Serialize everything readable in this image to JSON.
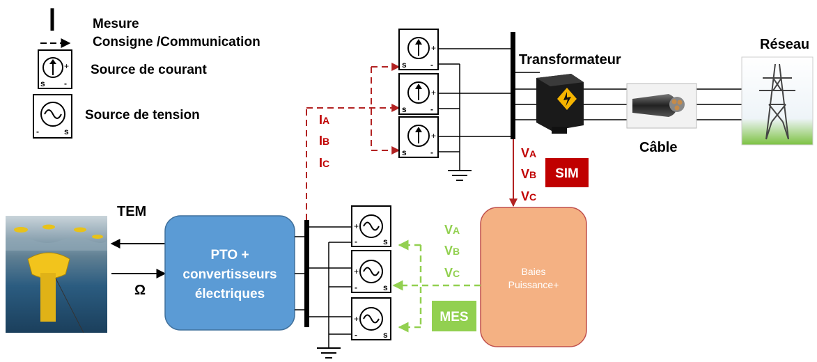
{
  "legend": {
    "measure": "Mesure",
    "command": "Consigne /Communication",
    "current_source": "Source de courant",
    "voltage_source": "Source de tension"
  },
  "source_terminals": {
    "s": "s",
    "minus": "-",
    "plus": "+"
  },
  "labels": {
    "tem": "TEM",
    "omega": "Ω",
    "pto": [
      "PTO +",
      "convertisseurs",
      "électriques"
    ],
    "transformer": "Transformateur",
    "cable": "Câble",
    "grid": "Réseau",
    "sim": "SIM",
    "mes": "MES",
    "bay": [
      "Baies",
      "Puissance+"
    ]
  },
  "signals": {
    "currents": [
      {
        "main": "I",
        "sub": "A"
      },
      {
        "main": "I",
        "sub": "B"
      },
      {
        "main": "I",
        "sub": "C"
      }
    ],
    "sim_voltages": [
      {
        "main": "V",
        "sub": "A"
      },
      {
        "main": "V",
        "sub": "B"
      },
      {
        "main": "V",
        "sub": "C"
      }
    ],
    "mes_voltages": [
      {
        "main": "V",
        "sub": "A"
      },
      {
        "main": "V",
        "sub": "B"
      },
      {
        "main": "V",
        "sub": "C"
      }
    ]
  },
  "colors": {
    "sim_red": "#c00000",
    "sim_arrow": "#b22222",
    "mes_green": "#92d050",
    "pto_blue": "#5b9bd5",
    "bay_orange": "#f4b183",
    "bay_border": "#c0504d"
  }
}
